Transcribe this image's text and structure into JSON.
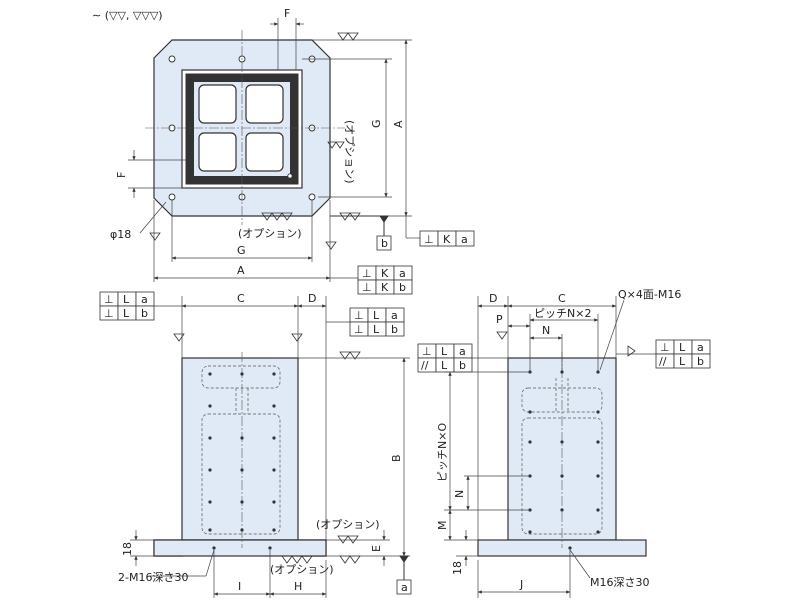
{
  "finish_symbol": "∼ (▽▽, ▽▽▽)",
  "top_view": {
    "label_F_top": "F",
    "label_F_left": "F",
    "label_G_right": "G",
    "label_A_right": "A",
    "label_G_bottom": "G",
    "label_A_bottom": "A",
    "label_phi18": "φ18",
    "label_option_side": "(オプション)",
    "label_option_bottom": "(オプション)",
    "datum_b": "b"
  },
  "tolerance_frames": {
    "top_right": [
      [
        "⊥",
        "K",
        "a"
      ]
    ],
    "top_bottom": [
      [
        "⊥",
        "K",
        "a"
      ],
      [
        "⊥",
        "K",
        "b"
      ]
    ],
    "front_left": [
      [
        "⊥",
        "L",
        "a"
      ],
      [
        "⊥",
        "L",
        "b"
      ]
    ],
    "front_right": [
      [
        "⊥",
        "L",
        "a"
      ],
      [
        "⊥",
        "L",
        "b"
      ]
    ],
    "side_left": [
      [
        "⊥",
        "L",
        "a"
      ],
      [
        "//",
        "L",
        "b"
      ]
    ],
    "side_right": [
      [
        "⊥",
        "L",
        "a"
      ],
      [
        "//",
        "L",
        "b"
      ]
    ]
  },
  "front_view": {
    "label_C": "C",
    "label_D": "D",
    "label_B": "B",
    "label_E": "E",
    "label_18": "18",
    "label_I": "I",
    "label_H": "H",
    "label_tap": "2-M16深さ30",
    "label_option_1": "(オプション)",
    "label_option_2": "(オプション)",
    "datum_a": "a"
  },
  "side_view": {
    "label_D": "D",
    "label_C": "C",
    "label_P": "P",
    "label_pitch_N2": "ピッチN×2",
    "label_N_top": "N",
    "label_Q": "Q×4面-M16",
    "label_pitch_NO": "ピッチN×O",
    "label_N_left": "N",
    "label_M": "M",
    "label_18": "18",
    "label_J": "J",
    "label_tap": "M16深さ30"
  }
}
